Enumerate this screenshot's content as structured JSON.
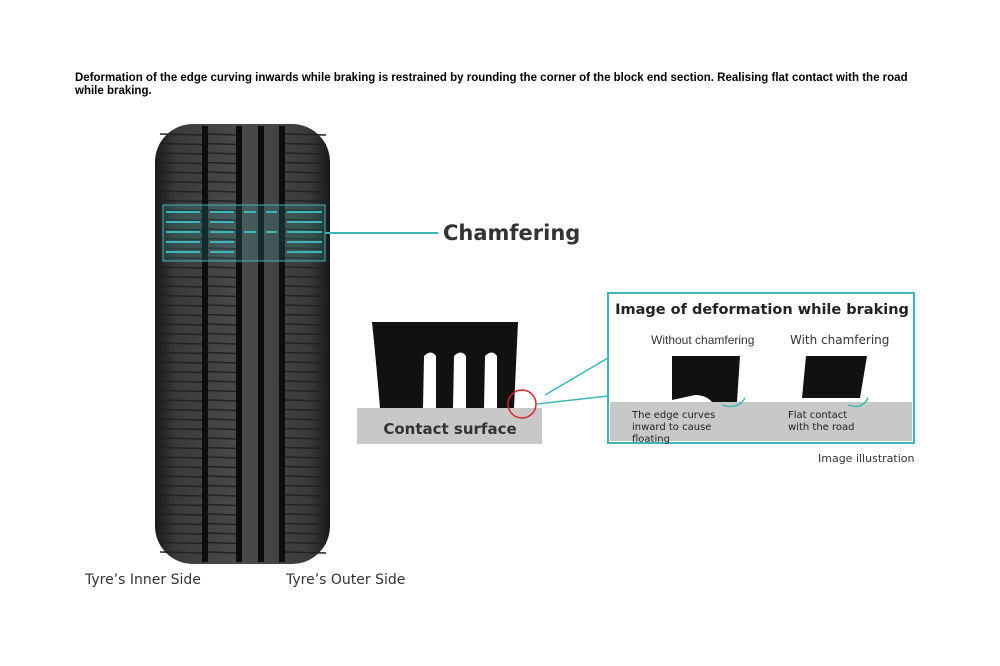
{
  "caption": "Deformation of the edge curving inwards while braking is restrained by rounding the corner of the block end section. Realising flat contact with the road while braking.",
  "labels": {
    "chamfering": "Chamfering",
    "contact_surface": "Contact surface",
    "inset_title": "Image of deformation while braking",
    "without_chamfering": "Without chamfering",
    "with_chamfering": "With chamfering",
    "without_note": "The edge curves\ninward to cause floating",
    "with_note": "Flat contact\nwith the road",
    "image_illustration": "Image illustration",
    "inner_side": "Tyre’s Inner Side",
    "outer_side": "Tyre’s Outer Side"
  },
  "colors": {
    "accent": "#3cb6b8",
    "highlight_circle": "#e0202a",
    "road": "#c8c8c8",
    "tread": "#111111"
  }
}
